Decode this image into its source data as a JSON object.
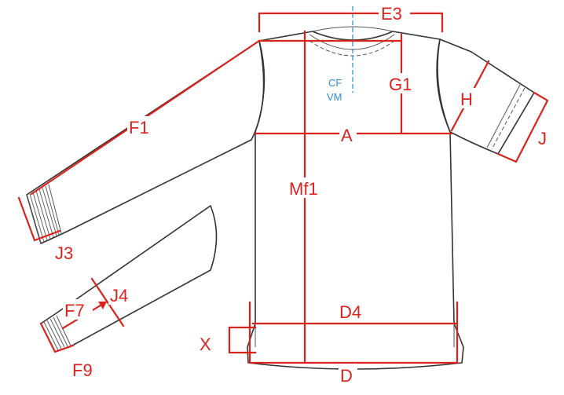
{
  "labels": {
    "e3": "E3",
    "g1": "G1",
    "h": "H",
    "j": "J",
    "f1": "F1",
    "a": "A",
    "mf1": "Mf1",
    "j3": "J3",
    "j4": "J4",
    "f7": "F7",
    "d4": "D4",
    "x": "X",
    "d": "D",
    "f9": "F9"
  },
  "center_front": {
    "line1": "CF",
    "line2": "VM"
  },
  "colors": {
    "measurement": "#d9231d",
    "center_front": "#2a8fd6",
    "outline": "#333333"
  }
}
